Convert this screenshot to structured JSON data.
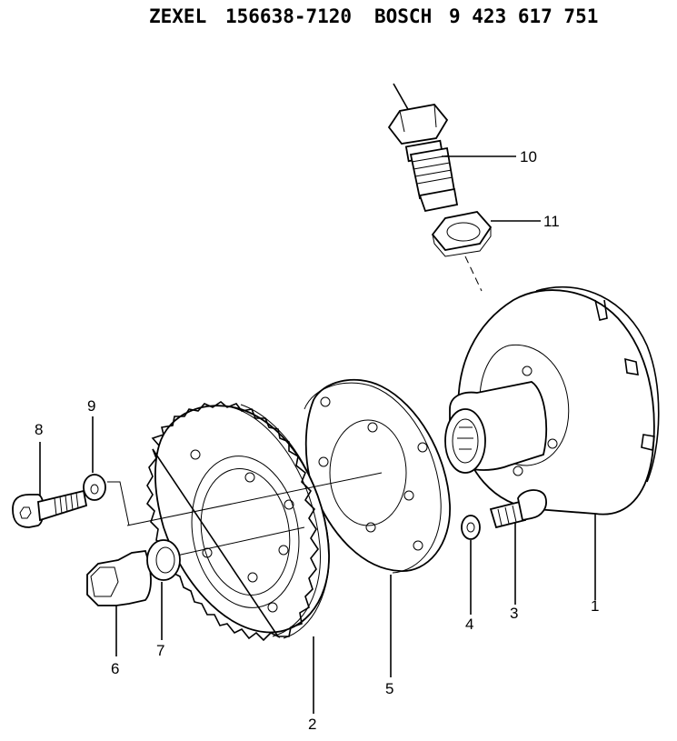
{
  "header": {
    "brand_a": "ZEXEL",
    "part_number_a": "156638-7120",
    "brand_b": "BOSCH",
    "part_number_b": "9 423 617 751"
  },
  "callouts": [
    {
      "id": "1",
      "label": "1"
    },
    {
      "id": "2",
      "label": "2"
    },
    {
      "id": "3",
      "label": "3"
    },
    {
      "id": "4",
      "label": "4"
    },
    {
      "id": "5",
      "label": "5"
    },
    {
      "id": "6",
      "label": "6"
    },
    {
      "id": "7",
      "label": "7"
    },
    {
      "id": "8",
      "label": "8"
    },
    {
      "id": "9",
      "label": "9"
    },
    {
      "id": "10",
      "label": "10"
    },
    {
      "id": "11",
      "label": "11"
    }
  ]
}
